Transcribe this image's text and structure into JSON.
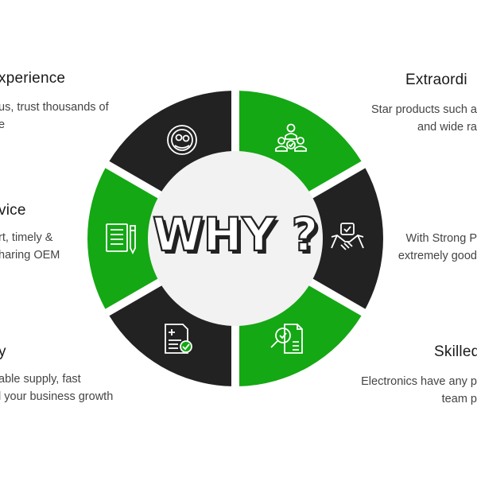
{
  "colors": {
    "green": "#14a814",
    "dark": "#222222",
    "center": "#f2f2f2",
    "white": "#ffffff",
    "title_text": "#1a1a1a",
    "desc_text": "#444444"
  },
  "center": {
    "label": "WHY ?"
  },
  "segments": [
    {
      "id": "experience",
      "color": "green",
      "icon": "smiley-faces-icon"
    },
    {
      "id": "extraordinary",
      "color": "dark",
      "icon": "team-people-icon"
    },
    {
      "id": "partnership",
      "color": "green",
      "icon": "handshake-icon"
    },
    {
      "id": "skilled",
      "color": "dark",
      "icon": "document-search-icon"
    },
    {
      "id": "supply",
      "color": "green",
      "icon": "checklist-document-icon"
    },
    {
      "id": "service",
      "color": "dark",
      "icon": "documents-pen-icon"
    }
  ],
  "blocks": {
    "experience": {
      "title": "xperience",
      "lines": [
        "us, trust thousands of",
        "e"
      ]
    },
    "service": {
      "title": "vice",
      "lines": [
        "rt, timely &",
        "haring OEM"
      ]
    },
    "supply": {
      "title": "y",
      "lines": [
        "able supply, fast",
        "l your business growth"
      ]
    },
    "extraordinary": {
      "title": "Extraordi",
      "lines": [
        "Star products such a",
        "and wide ra"
      ]
    },
    "partnership": {
      "title": "",
      "lines": [
        "With Strong P",
        "extremely good"
      ]
    },
    "skilled": {
      "title": "Skilled",
      "lines": [
        "Electronics have any p",
        "team p"
      ]
    }
  }
}
